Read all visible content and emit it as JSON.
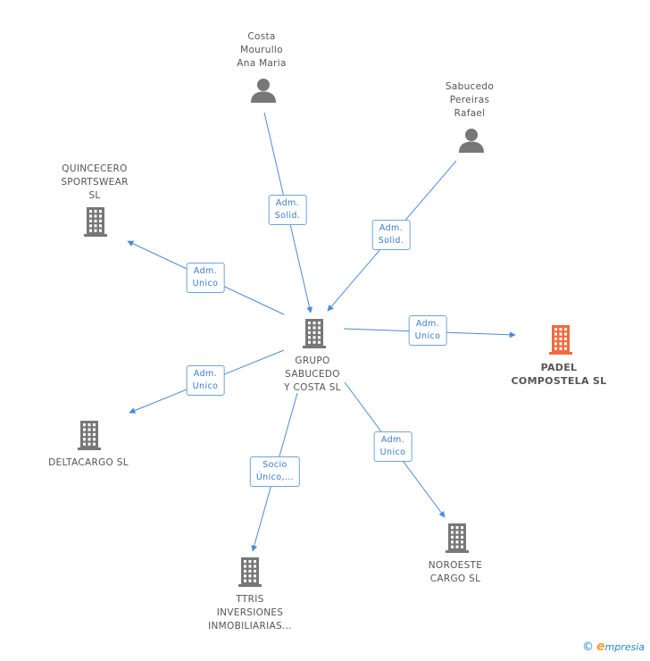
{
  "colors": {
    "edge": "#4a8ad6",
    "company_icon": "#777777",
    "focus_icon": "#f26a3d",
    "person_icon": "#777777"
  },
  "nodes": [
    {
      "id": "costa",
      "kind": "person",
      "lines": [
        "Costa",
        "Mourullo",
        "Ana Maria"
      ]
    },
    {
      "id": "sabucedo_pr",
      "kind": "person",
      "lines": [
        "Sabucedo",
        "Pereiras",
        "Rafael"
      ]
    },
    {
      "id": "quincecero",
      "kind": "company",
      "lines": [
        "QUINCECERO",
        "SPORTSWEAR",
        "SL"
      ]
    },
    {
      "id": "grupo",
      "kind": "company",
      "lines": [
        "GRUPO",
        "SABUCEDO",
        "Y COSTA SL"
      ]
    },
    {
      "id": "padel",
      "kind": "focus",
      "lines": [
        "PADEL",
        "COMPOSTELA SL"
      ]
    },
    {
      "id": "deltacargo",
      "kind": "company",
      "lines": [
        "DELTACARGO SL"
      ]
    },
    {
      "id": "ttris",
      "kind": "company",
      "lines": [
        "TTRIS",
        "INVERSIONES",
        "INMOBILIARIAS..."
      ]
    },
    {
      "id": "noroeste",
      "kind": "company",
      "lines": [
        "NOROESTE",
        "CARGO SL"
      ]
    }
  ],
  "edges": [
    {
      "id": "costa_grupo",
      "from": "costa",
      "to": "grupo",
      "lines": [
        "Adm.",
        "Solid."
      ]
    },
    {
      "id": "sabucedo_grupo",
      "from": "sabucedo_pr",
      "to": "grupo",
      "lines": [
        "Adm.",
        "Solid."
      ]
    },
    {
      "id": "grupo_quincecero",
      "from": "grupo",
      "to": "quincecero",
      "lines": [
        "Adm.",
        "Unico"
      ]
    },
    {
      "id": "grupo_padel",
      "from": "grupo",
      "to": "padel",
      "lines": [
        "Adm.",
        "Unico"
      ]
    },
    {
      "id": "grupo_deltacargo",
      "from": "grupo",
      "to": "deltacargo",
      "lines": [
        "Adm.",
        "Unico"
      ]
    },
    {
      "id": "grupo_ttris",
      "from": "grupo",
      "to": "ttris",
      "lines": [
        "Socio",
        "Único,..."
      ]
    },
    {
      "id": "grupo_noroeste",
      "from": "grupo",
      "to": "noroeste",
      "lines": [
        "Adm.",
        "Unico"
      ]
    }
  ],
  "watermark": {
    "symbol": "©",
    "brand_initial": "e",
    "brand_rest": "mpresia"
  }
}
